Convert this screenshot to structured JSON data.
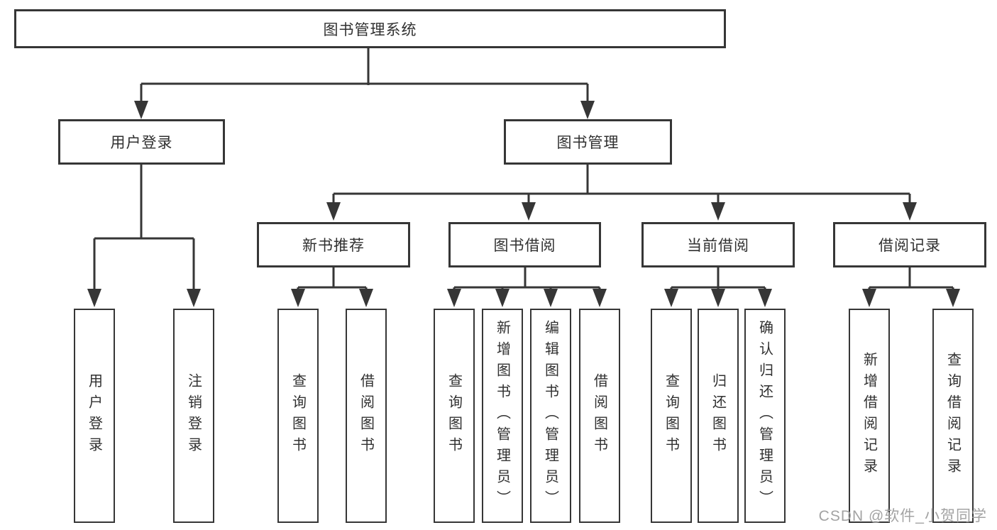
{
  "diagram": {
    "type": "functional-decomposition-tree",
    "colors": {
      "background": "#ffffff",
      "line": "#363636",
      "box_border": "#363636",
      "text": "#303030",
      "watermark": "#a3a3a3"
    },
    "nodes": {
      "root": {
        "label": "图书管理系统"
      },
      "level1": [
        {
          "label": "用户登录"
        },
        {
          "label": "图书管理"
        }
      ],
      "level2": [
        {
          "label": "新书推荐",
          "parent": "图书管理"
        },
        {
          "label": "图书借阅",
          "parent": "图书管理"
        },
        {
          "label": "当前借阅",
          "parent": "图书管理"
        },
        {
          "label": "借阅记录",
          "parent": "图书管理"
        }
      ],
      "leaves": [
        {
          "label": "用户登录",
          "parent": "用户登录"
        },
        {
          "label": "注销登录",
          "parent": "用户登录"
        },
        {
          "label": "查询图书",
          "parent": "新书推荐"
        },
        {
          "label": "借阅图书",
          "parent": "新书推荐"
        },
        {
          "label": "查询图书",
          "parent": "图书借阅"
        },
        {
          "label": "新增图书（管理员）",
          "parent": "图书借阅"
        },
        {
          "label": "编辑图书（管理员）",
          "parent": "图书借阅"
        },
        {
          "label": "借阅图书",
          "parent": "图书借阅"
        },
        {
          "label": "查询图书",
          "parent": "当前借阅"
        },
        {
          "label": "归还图书",
          "parent": "当前借阅"
        },
        {
          "label": "确认归还（管理员）",
          "parent": "当前借阅"
        },
        {
          "label": "新增借阅记录",
          "parent": "借阅记录"
        },
        {
          "label": "查询借阅记录",
          "parent": "借阅记录"
        }
      ]
    },
    "watermark": {
      "text": "CSDN @软件_小贺同学"
    }
  }
}
